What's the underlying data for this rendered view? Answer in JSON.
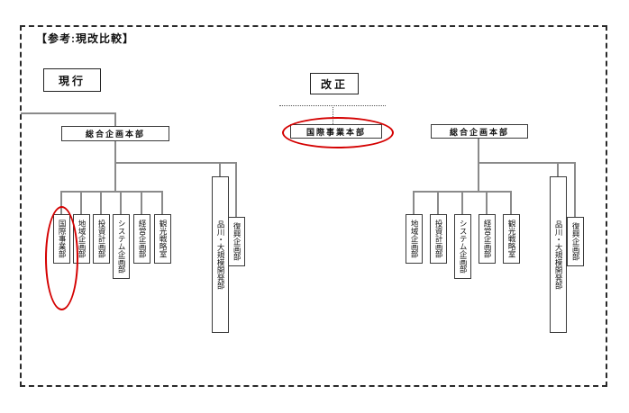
{
  "title": "【参考:現改比較】",
  "colors": {
    "highlight": "#d40000",
    "line": "#8a8a8a"
  },
  "left_chart": {
    "label": "現行",
    "root": "総合企画本部",
    "children": [
      "国際事業部",
      "地域企画部",
      "投資計画部",
      "システム企画部",
      "経営企画部",
      "観光戦略室"
    ],
    "highlighted_child": "国際事業部",
    "branch_tall": "品川・大規模開発部",
    "branch_second": "復興企画部"
  },
  "right_chart": {
    "label": "改正",
    "new_headquarters": "国際事業本部",
    "root": "総合企画本部",
    "children": [
      "地域企画部",
      "投資計画部",
      "システム企画部",
      "経営企画部",
      "観光戦略室"
    ],
    "highlighted_box": "国際事業本部",
    "branch_tall": "品川・大規模開発部",
    "branch_second": "復興企画部"
  }
}
